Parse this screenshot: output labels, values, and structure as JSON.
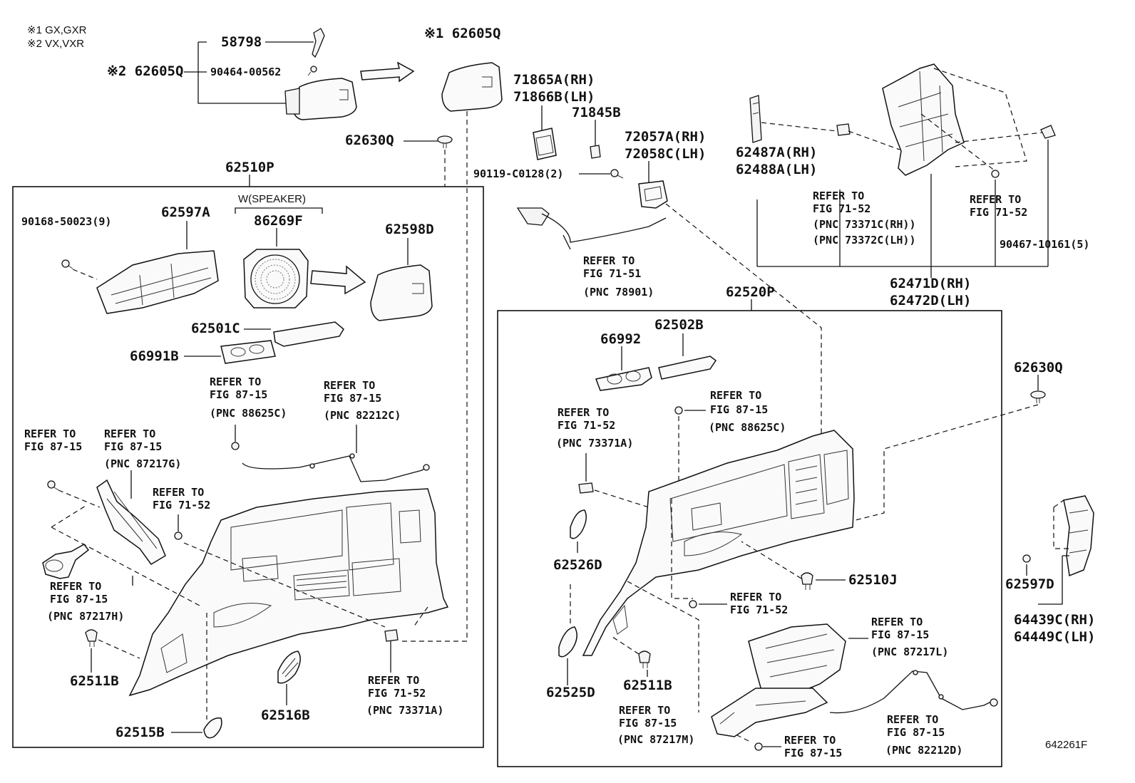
{
  "notes": {
    "note1": "※1 GX,GXR",
    "note2": "※2 VX,VXR"
  },
  "figure_id": "642261F",
  "labels": {
    "top_58798": "58798",
    "top_90464": "90464-00562",
    "top_62605q_2": "※2 62605Q",
    "top_62605q_1": "※1 62605Q",
    "top_62630q": "62630Q",
    "top_71865a": "71865A(RH)",
    "top_71866b": "71866B(LH)",
    "top_71845b": "71845B",
    "top_72057a": "72057A(RH)",
    "top_72058c": "72058C(LH)",
    "top_90119": "90119-C0128(2)",
    "top_ref_71_51_a": "REFER TO",
    "top_ref_71_51_b": "FIG 71-51",
    "top_ref_71_51_c": "(PNC 78901)",
    "tr_62487a": "62487A(RH)",
    "tr_62488a": "62488A(LH)",
    "tr_ref1_a": "REFER TO",
    "tr_ref1_b": "FIG 71-52",
    "tr_ref1_c": "(PNC 73371C(RH))",
    "tr_ref1_d": "(PNC 73372C(LH))",
    "tr_ref2_a": "REFER TO",
    "tr_ref2_b": "FIG 71-52",
    "tr_90467": "90467-10161(5)",
    "tr_62471d": "62471D(RH)",
    "tr_62472d": "62472D(LH)",
    "left_62510p": "62510P",
    "left_90168": "90168-50023(9)",
    "left_62597a": "62597A",
    "left_w_speaker": "W(SPEAKER)",
    "left_86269f": "86269F",
    "left_62598d": "62598D",
    "left_62501c": "62501C",
    "left_66991b": "66991B",
    "left_ref_88625c_a": "REFER TO",
    "left_ref_88625c_b": "FIG 87-15",
    "left_ref_88625c_c": "(PNC 88625C)",
    "left_ref_82212c_a": "REFER TO",
    "left_ref_82212c_b": "FIG 87-15",
    "left_ref_82212c_c": "(PNC 82212C)",
    "left_ref_8715_a": "REFER TO",
    "left_ref_8715_b": "FIG 87-15",
    "left_ref_87217g_a": "REFER TO",
    "left_ref_87217g_b": "FIG 87-15",
    "left_ref_87217g_c": "(PNC 87217G)",
    "left_ref_7152_a": "REFER TO",
    "left_ref_7152_b": "FIG 71-52",
    "left_ref_87217h_a": "REFER TO",
    "left_ref_87217h_b": "FIG 87-15",
    "left_ref_87217h_c": "(PNC 87217H)",
    "left_62511b": "62511B",
    "left_62516b": "62516B",
    "left_62515b": "62515B",
    "left_ref_73371a_a": "REFER TO",
    "left_ref_73371a_b": "FIG 71-52",
    "left_ref_73371a_c": "(PNC 73371A)",
    "right_62520p": "62520P",
    "right_66992": "66992",
    "right_62502b": "62502B",
    "right_62630q": "62630Q",
    "right_ref_73371a_a": "REFER TO",
    "right_ref_73371a_b": "FIG 71-52",
    "right_ref_73371a_c": "(PNC 73371A)",
    "right_ref_88625c_a": "REFER TO",
    "right_ref_88625c_b": "FIG 87-15",
    "right_ref_88625c_c": "(PNC 88625C)",
    "right_62526d": "62526D",
    "right_62510j": "62510J",
    "right_ref_7152_a": "REFER TO",
    "right_ref_7152_b": "FIG 71-52",
    "right_62597d": "62597D",
    "right_64439c": "64439C(RH)",
    "right_64449c": "64449C(LH)",
    "right_ref_87217l_a": "REFER TO",
    "right_ref_87217l_b": "FIG 87-15",
    "right_ref_87217l_c": "(PNC 87217L)",
    "right_62525d": "62525D",
    "right_62511b": "62511B",
    "right_ref_87217m_a": "REFER TO",
    "right_ref_87217m_b": "FIG 87-15",
    "right_ref_87217m_c": "(PNC 87217M)",
    "right_ref_82212d_a": "REFER TO",
    "right_ref_82212d_b": "FIG 87-15",
    "right_ref_82212d_c": "(PNC 82212D)",
    "right_ref_8715_a": "REFER TO",
    "right_ref_8715_b": "FIG 87-15"
  }
}
